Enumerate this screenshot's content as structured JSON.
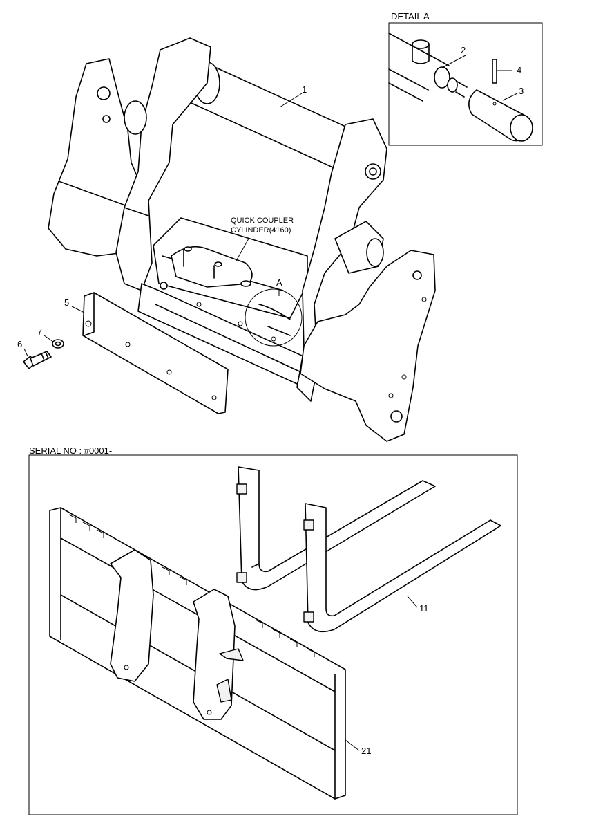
{
  "detail": {
    "title": "DETAIL A"
  },
  "callouts": {
    "p1": "1",
    "p2": "2",
    "p3": "3",
    "p4": "4",
    "p5": "5",
    "p6": "6",
    "p7": "7",
    "p11": "11",
    "p21": "21",
    "a": "A"
  },
  "note": {
    "line1": "QUICK COUPLER",
    "line2": "CYLINDER(4160)"
  },
  "serial": {
    "label": "SERIAL NO : #0001-"
  }
}
